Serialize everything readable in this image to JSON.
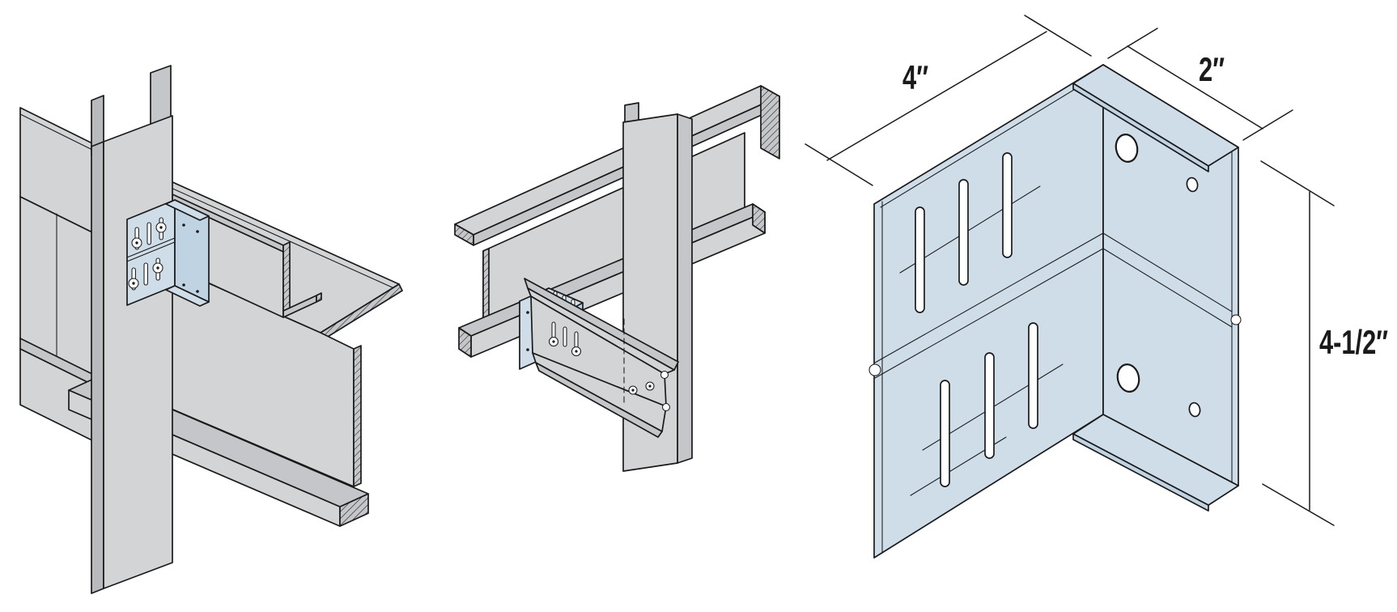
{
  "colors": {
    "background": "#ffffff",
    "line": "#1a1a1a",
    "steel": "#d3d4d6",
    "steel-shade": "#c5c6c9",
    "steel-dark": "#b9babd",
    "clip": "#cfdde9",
    "clip-shade": "#bfd3e2"
  },
  "clip_detail": {
    "dim_width": "4″",
    "dim_return": "2″",
    "dim_height": "4-1/2″"
  }
}
